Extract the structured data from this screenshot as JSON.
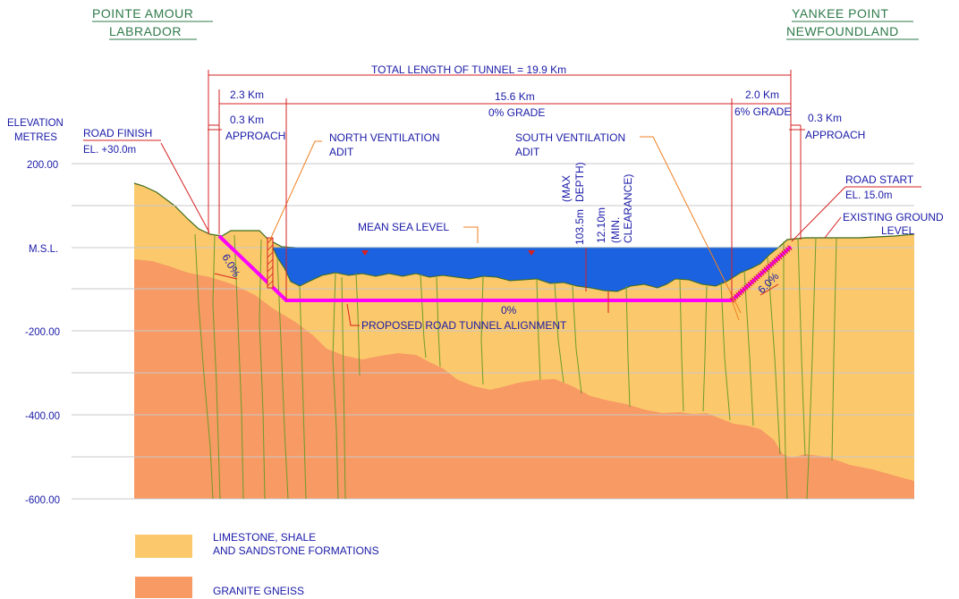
{
  "places": {
    "left_line1": "POINTE AMOUR",
    "left_line2": "LABRADOR",
    "right_line1": "YANKEE POINT",
    "right_line2": "NEWFOUNDLAND"
  },
  "axis": {
    "title_line1": "ELEVATION",
    "title_line2": "METRES",
    "ticks": [
      "200.00",
      "M.S.L.",
      "-200.00",
      "-400.00",
      "-600.00"
    ]
  },
  "dimensions": {
    "total": "TOTAL LENGTH OF TUNNEL = 19.9 Km",
    "left_section": "2.3 Km",
    "middle_section": "15.6 Km",
    "middle_grade": "0% GRADE",
    "right_section": "2.0 Km",
    "right_grade": "6% GRADE",
    "left_approach_len": "0.3 Km",
    "left_approach": "APPROACH",
    "right_approach_len": "0.3 Km",
    "right_approach": "APPROACH"
  },
  "labels": {
    "road_finish": "ROAD FINISH",
    "road_finish_el": "EL. +30.0m",
    "road_start": "ROAD START",
    "road_start_el": "EL. 15.0m",
    "north_vent_line1": "NORTH VENTILATION",
    "north_vent_line2": "ADIT",
    "south_vent_line1": "SOUTH VENTILATION",
    "south_vent_line2": "ADIT",
    "mean_sea_level": "MEAN SEA LEVEL",
    "existing_ground_line1": "EXISTING GROUND",
    "existing_ground_line2": "LEVEL",
    "max_depth_value": "103.5m",
    "max_depth_line1": "(MAX",
    "max_depth_line2": "DEPTH)",
    "min_clear_value": "12.10m",
    "min_clear_line1": "(MIN.",
    "min_clear_line2": "CLEARANCE)",
    "grade_left": "6.0%",
    "grade_right": "6.0%",
    "grade_mid": "0%",
    "tunnel_alignment": "PROPOSED ROAD TUNNEL ALIGNMENT"
  },
  "legend": [
    {
      "line1": "LIMESTONE, SHALE",
      "line2": "AND SANDSTONE FORMATIONS",
      "color": "#fbc96b"
    },
    {
      "line1": "GRANITE GNEISS",
      "line2": "",
      "color": "#f79a64"
    }
  ],
  "colors": {
    "limestone": "#fbc96b",
    "granite": "#f79a64",
    "sea": "#1a62e0",
    "tunnel": "#ff00ff",
    "dimension": "#d62020",
    "leader": "#f08020",
    "text": "#1a1aa8",
    "place": "#2f7a4a",
    "ground_line": "#3d6b1a"
  }
}
